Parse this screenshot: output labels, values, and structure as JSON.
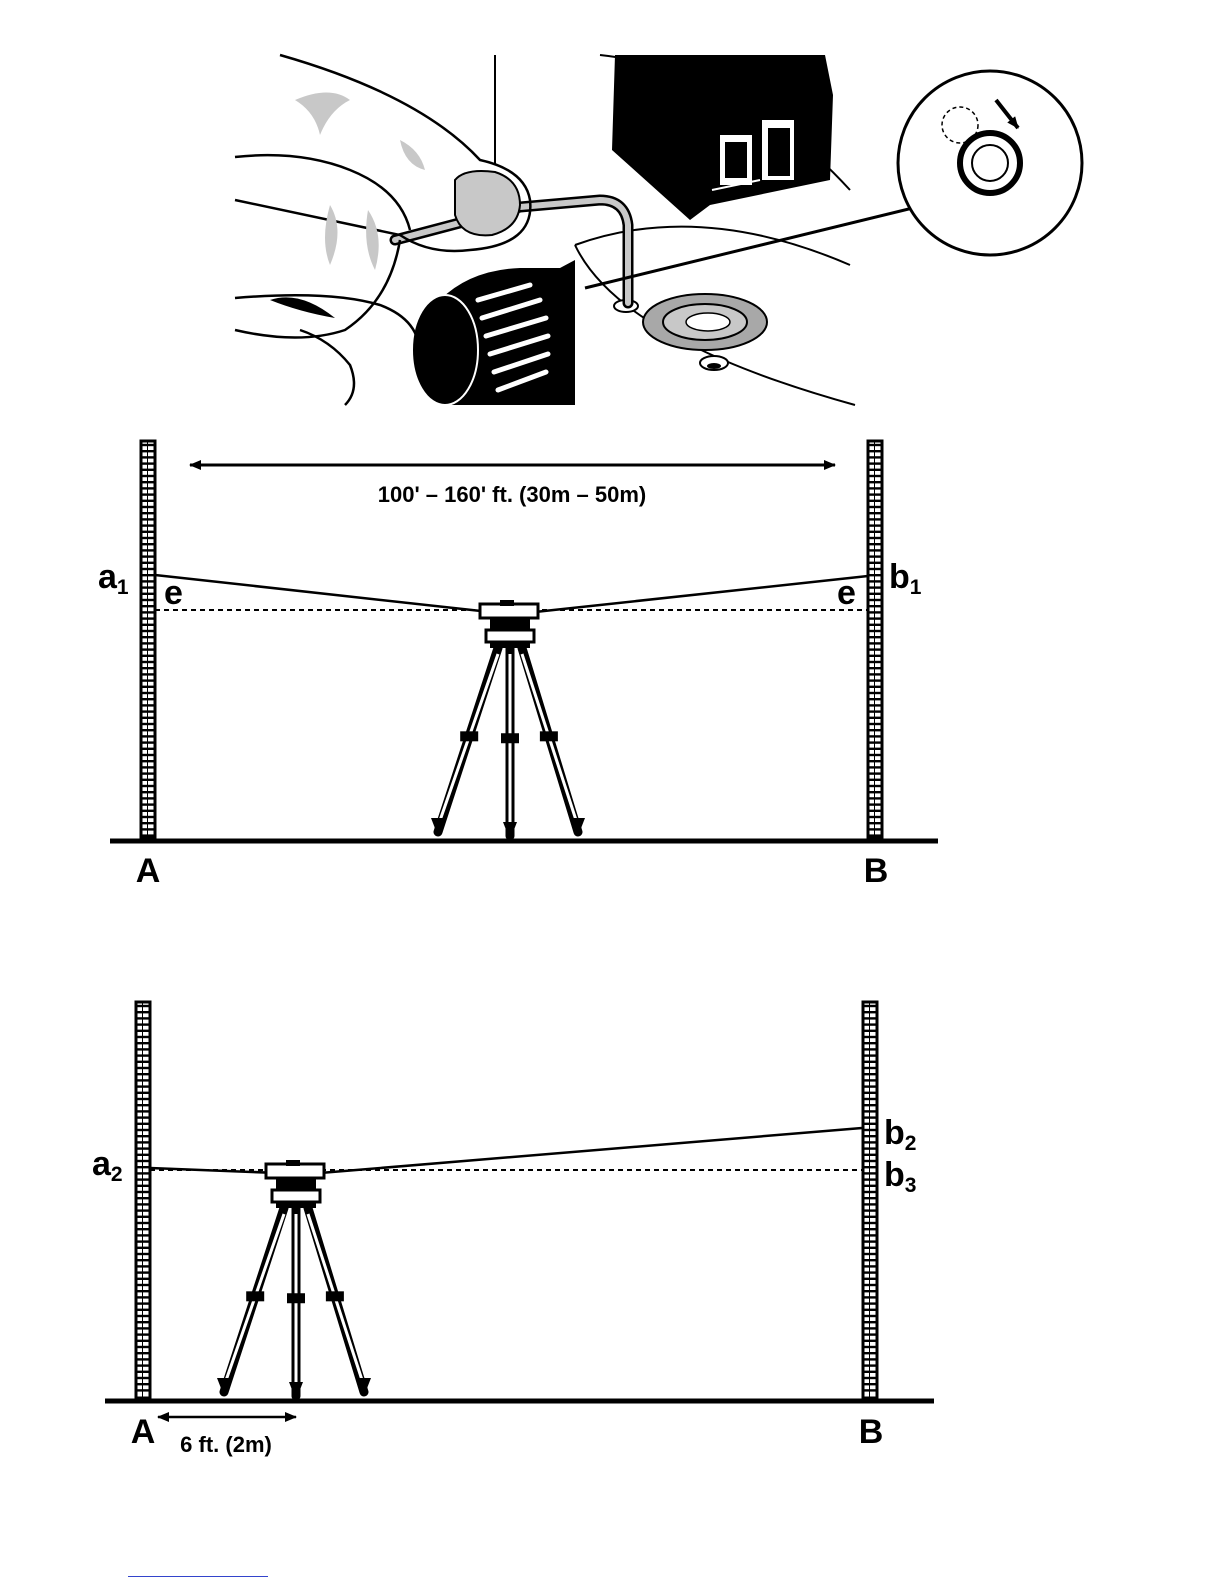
{
  "figure1": {
    "title": "Adjustment of the circular bubble with hex key"
  },
  "figure2": {
    "distance_label": "100' – 160' ft. (30m – 50m)",
    "staff_a_reading": "a",
    "staff_a_sub": "1",
    "staff_b_reading": "b",
    "staff_b_sub": "1",
    "error_left": "e",
    "error_right": "e",
    "point_a": "A",
    "point_b": "B"
  },
  "figure3": {
    "distance_label": "6 ft. (2m)",
    "staff_a_reading": "a",
    "staff_a_sub": "2",
    "staff_b2_reading": "b",
    "staff_b2_sub": "2",
    "staff_b3_reading": "b",
    "staff_b3_sub": "3",
    "point_a": "A",
    "point_b": "B"
  },
  "colors": {
    "ink": "#000000",
    "light_gray": "#c8c8c8",
    "mid_gray": "#a8a8a8",
    "link": "#3344cc"
  }
}
